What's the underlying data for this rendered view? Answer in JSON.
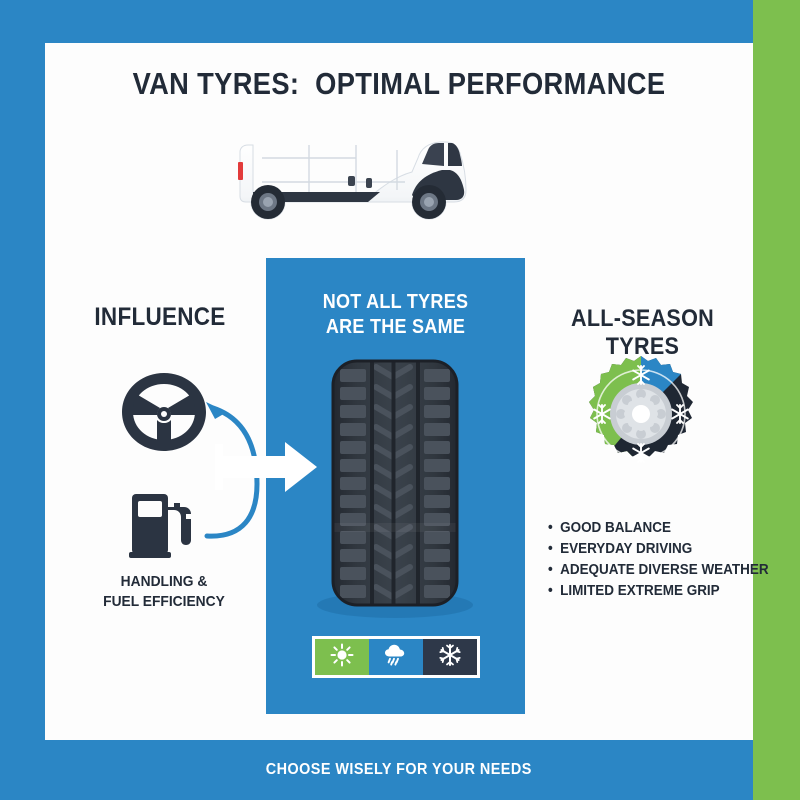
{
  "colors": {
    "blue": "#2b86c5",
    "green": "#7dbf4e",
    "dark": "#222b38",
    "panel": "#fdfdfd",
    "tyre_dark": "#2a313b",
    "track_blue": "#7e9dc6"
  },
  "header": {
    "title": "VAN TYRES:  OPTIMAL PERFORMANCE"
  },
  "illustration": {
    "van_name": "white-delivery-van",
    "tracks_name": "tyre-track-lines"
  },
  "center": {
    "title_line1": "NOT ALL TYRES",
    "title_line2": "ARE THE SAME",
    "tyre_name": "vertical-tyre-tread",
    "weather": [
      {
        "icon": "sun-icon",
        "label": "sun",
        "color": "#7dbf4e"
      },
      {
        "icon": "rain-cloud-icon",
        "label": "rain",
        "color": "#2b86c5"
      },
      {
        "icon": "snowflake-icon",
        "label": "snow",
        "color": "#2e3849"
      }
    ]
  },
  "left": {
    "heading": "INFLUENCE",
    "icons": [
      {
        "name": "steering-wheel-icon"
      },
      {
        "name": "fuel-pump-icon"
      }
    ],
    "caption_line1": "HANDLING &",
    "caption_line2": "FUEL EFFICIENCY",
    "arrow_curved": "curved-arrow-left",
    "arrow_straight": "arrow-right"
  },
  "right": {
    "heading": "ALL-SEASON TYRES",
    "icon_name": "all-season-wheel-icon",
    "bullets": [
      "GOOD BALANCE",
      "EVERYDAY DRIVING",
      "ADEQUATE DIVERSE WEATHER",
      "LIMITED EXTREME GRIP"
    ]
  },
  "footer": {
    "text": "CHOOSE WISELY FOR YOUR NEEDS"
  }
}
